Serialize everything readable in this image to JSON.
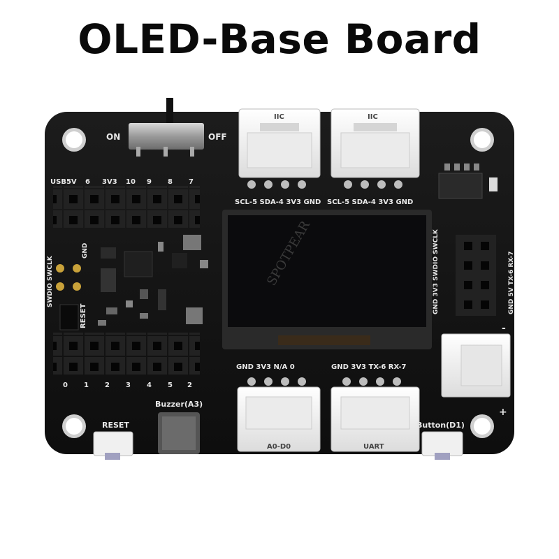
{
  "title": "OLED-Base Board",
  "watermark": "SPOTPEAR",
  "labels": {
    "on": "ON",
    "off": "OFF",
    "header_top": [
      "USB5V",
      "6",
      "3V3",
      "10",
      "9",
      "8",
      "7"
    ],
    "header_bottom": [
      "0",
      "1",
      "2",
      "3",
      "4",
      "5",
      "2"
    ],
    "iic_left": "IIC",
    "iic_right": "IIC",
    "iic_left_pins": "SCL-5 SDA-4 3V3 GND",
    "iic_right_pins": "SCL-5 SDA-4 3V3 GND",
    "bottom_left_pins": "GND 3V3 N/A 0",
    "bottom_right_pins": "GND 3V3 TX-6 RX-7",
    "a0_d0": "A0-D0",
    "uart": "UART",
    "reset_btn": "RESET",
    "reset_side": "RESET",
    "gnd_side": "GND",
    "swdio_side": "SWDIO SWCLK",
    "buzzer": "Buzzer(A3)",
    "button": "Button(D1)",
    "right_col1": "GND 3V3 SWDIO SWCLK",
    "right_col2": "GND 5V TX-6 RX-7",
    "plus": "+",
    "minus": "-"
  },
  "colors": {
    "pcb": "#151515",
    "silk": "#e8e8e8",
    "connector": "#f2f2f2",
    "oled": "#0b0b0d",
    "gold": "#c9a23a"
  }
}
